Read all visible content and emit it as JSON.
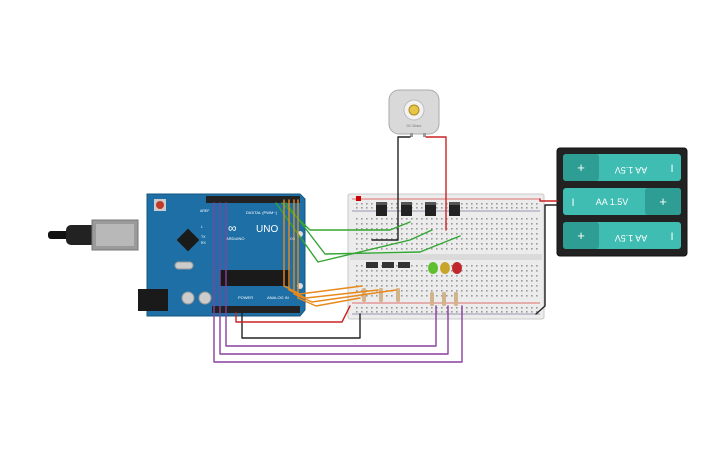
{
  "arduino": {
    "logo_text": "UNO",
    "brand": "ARDUINO",
    "digital_label": "DIGITAL (PWM~)",
    "analog_label": "ANALOG IN",
    "power_label": "POWER",
    "aref_label": "AREF",
    "tx_label": "TX",
    "rx_label": "RX",
    "l_label": "L",
    "on_label": "ON"
  },
  "motor": {
    "label": "DC Motor"
  },
  "battery": {
    "cells": [
      {
        "text": "AA 1.5V",
        "flipped": true
      },
      {
        "text": "AA 1.5V",
        "flipped": false
      },
      {
        "text": "AA 1.5V",
        "flipped": true
      }
    ],
    "plus": "+",
    "minus": "I"
  },
  "leds": [
    {
      "color": "#5fbf2f"
    },
    {
      "color": "#c8a52a"
    },
    {
      "color": "#c0262b"
    }
  ],
  "transistor_count": 4,
  "colors": {
    "board": "#1d6fa6",
    "breadboard": "#ededed",
    "wire_orange": "#e8891d",
    "wire_purple": "#8a3fa0",
    "wire_green": "#33a532",
    "wire_black": "#222222",
    "wire_red": "#cc2222",
    "battery_cell": "#3fbdb3"
  }
}
